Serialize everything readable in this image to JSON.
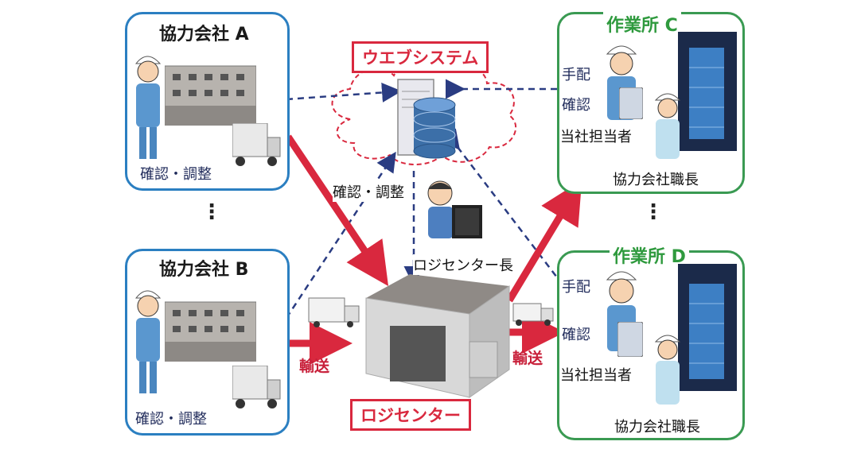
{
  "partners": {
    "a": {
      "title": "協力会社 A",
      "label": "確認・調整"
    },
    "b": {
      "title": "協力会社 B",
      "label": "確認・調整"
    }
  },
  "sites": {
    "c": {
      "title": "作業所 C",
      "tehai": "手配",
      "kakunin": "確認",
      "tanto": "当社担当者",
      "shokucho": "協力会社職長"
    },
    "d": {
      "title": "作業所 D",
      "tehai": "手配",
      "kakunin": "確認",
      "tanto": "当社担当者",
      "shokucho": "協力会社職長"
    }
  },
  "web_system": {
    "label": "ウエブシステム",
    "center_label": "確認・調整"
  },
  "logi_center": {
    "label": "ロジセンター",
    "manager": "ロジセンター長"
  },
  "transport": {
    "left": "輸送",
    "right": "輸送"
  },
  "ellipsis": "⋮",
  "colors": {
    "partner_border": "#2b7fc1",
    "site_border": "#3a9a52",
    "accent_red": "#d9283e",
    "navy_dash": "#2a3c82"
  }
}
